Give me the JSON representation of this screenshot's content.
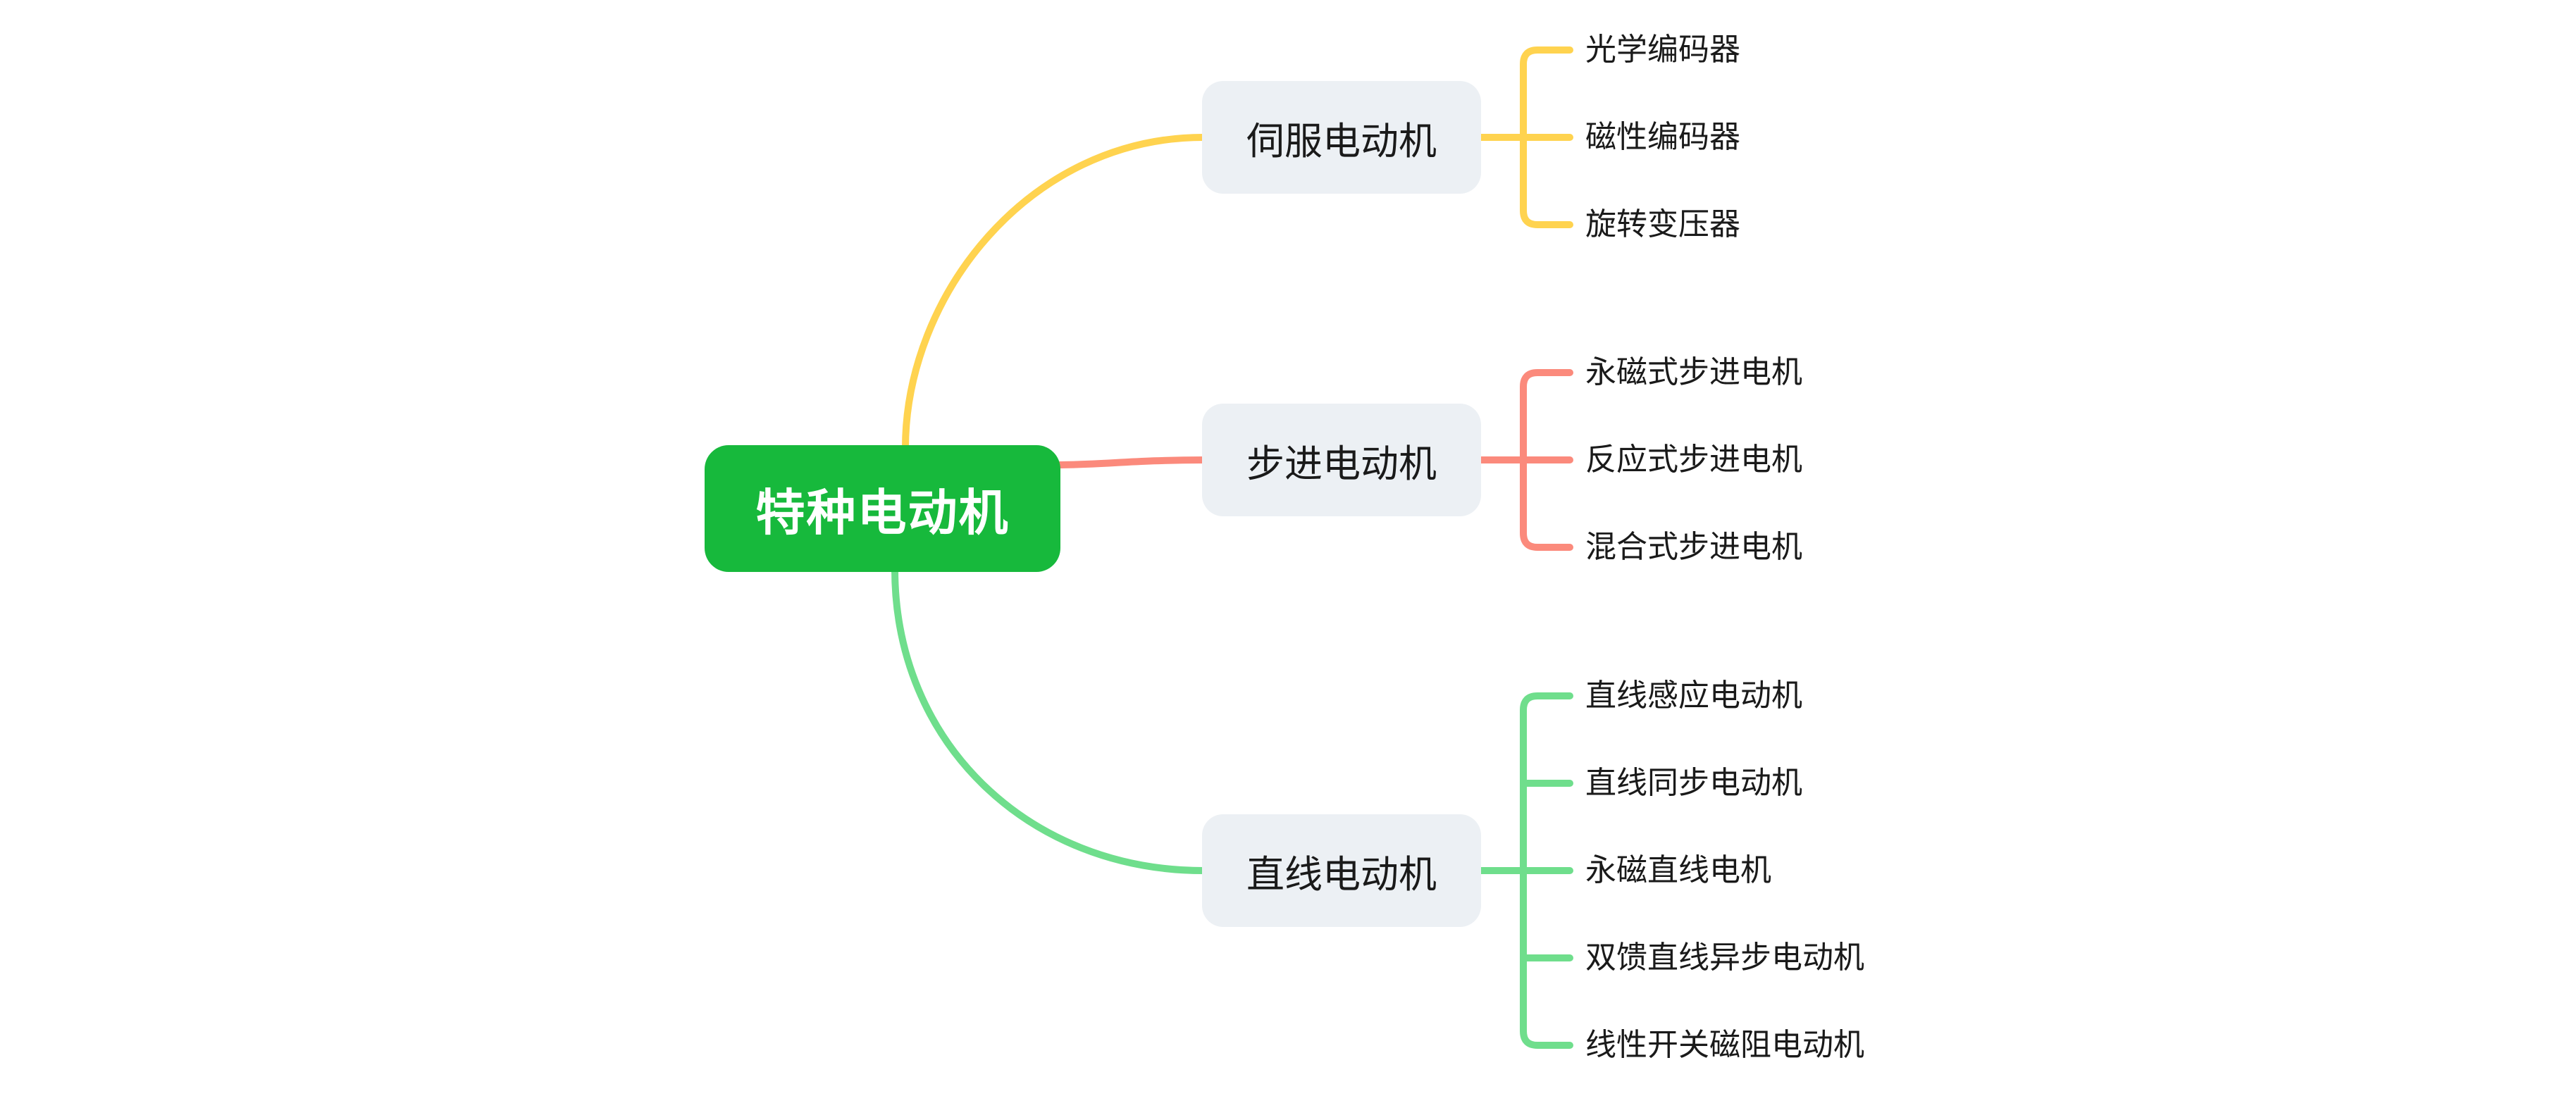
{
  "page": {
    "background": "#FFFFFF"
  },
  "root": {
    "label": "特种电动机",
    "bg_color": "#17B93C",
    "text_color": "#FFFFFF"
  },
  "node_style": {
    "bg_color": "#ECF0F4",
    "text_color": "#1A1A1A"
  },
  "branches": [
    {
      "id": "servo-motor",
      "label": "伺服电动机",
      "color": "#FFD34F",
      "children": [
        "光学编码器",
        "磁性编码器",
        "旋转变压器"
      ]
    },
    {
      "id": "stepper-motor",
      "label": "步进电动机",
      "color": "#FB8A7C",
      "children": [
        "永磁式步进电机",
        "反应式步进电机",
        "混合式步进电机"
      ]
    },
    {
      "id": "linear-motor",
      "label": "直线电动机",
      "color": "#6FDE8C",
      "children": [
        "直线感应电动机",
        "直线同步电动机",
        "永磁直线电机",
        "双馈直线异步电动机",
        "线性开关磁阻电动机"
      ]
    }
  ]
}
